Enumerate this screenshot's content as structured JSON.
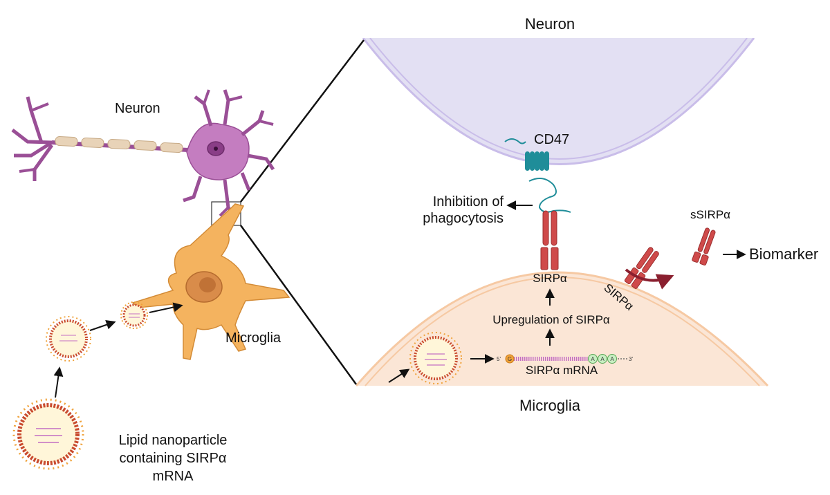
{
  "labels": {
    "neuron_left": "Neuron",
    "microglia_left": "Microglia",
    "lnp_line1": "Lipid nanoparticle",
    "lnp_line2": "containing SIRPα",
    "lnp_line3": "mRNA",
    "neuron_right": "Neuron",
    "microglia_right": "Microglia",
    "cd47": "CD47",
    "inhibition_line1": "Inhibition of",
    "inhibition_line2": "phagocytosis",
    "sirpa_receptor": "SIRPα",
    "sirpa_shed": "SIRPα",
    "upregulation": "Upregulation of SIRPα",
    "ssirpa": "sSIRPα",
    "biomarker": "Biomarker",
    "mrna_label": "SIRPα mRNA",
    "five_prime": "5'",
    "three_prime": "3'",
    "cap": "G",
    "polya_1": "A",
    "polya_2": "A",
    "polya_3": "A"
  },
  "colors": {
    "neuron_body": "#c47dc0",
    "neuron_outline": "#9a4f96",
    "myelin": "#e8d3b8",
    "microglia": "#f4b35f",
    "microglia_nucleus": "#d98c4a",
    "neuron_region": "#e3e0f3",
    "neuron_membrane": "#c9bde9",
    "microglia_region": "#fbe6d6",
    "microglia_membrane": "#f6c9a3",
    "cd47": "#1f8d99",
    "sirpa": "#cf4a4a",
    "shed_arrow": "#8a1f2f",
    "lnp_shell": "#c94b2f",
    "lnp_core": "#fff6d9",
    "mrna_strand": "#c36fc3"
  }
}
